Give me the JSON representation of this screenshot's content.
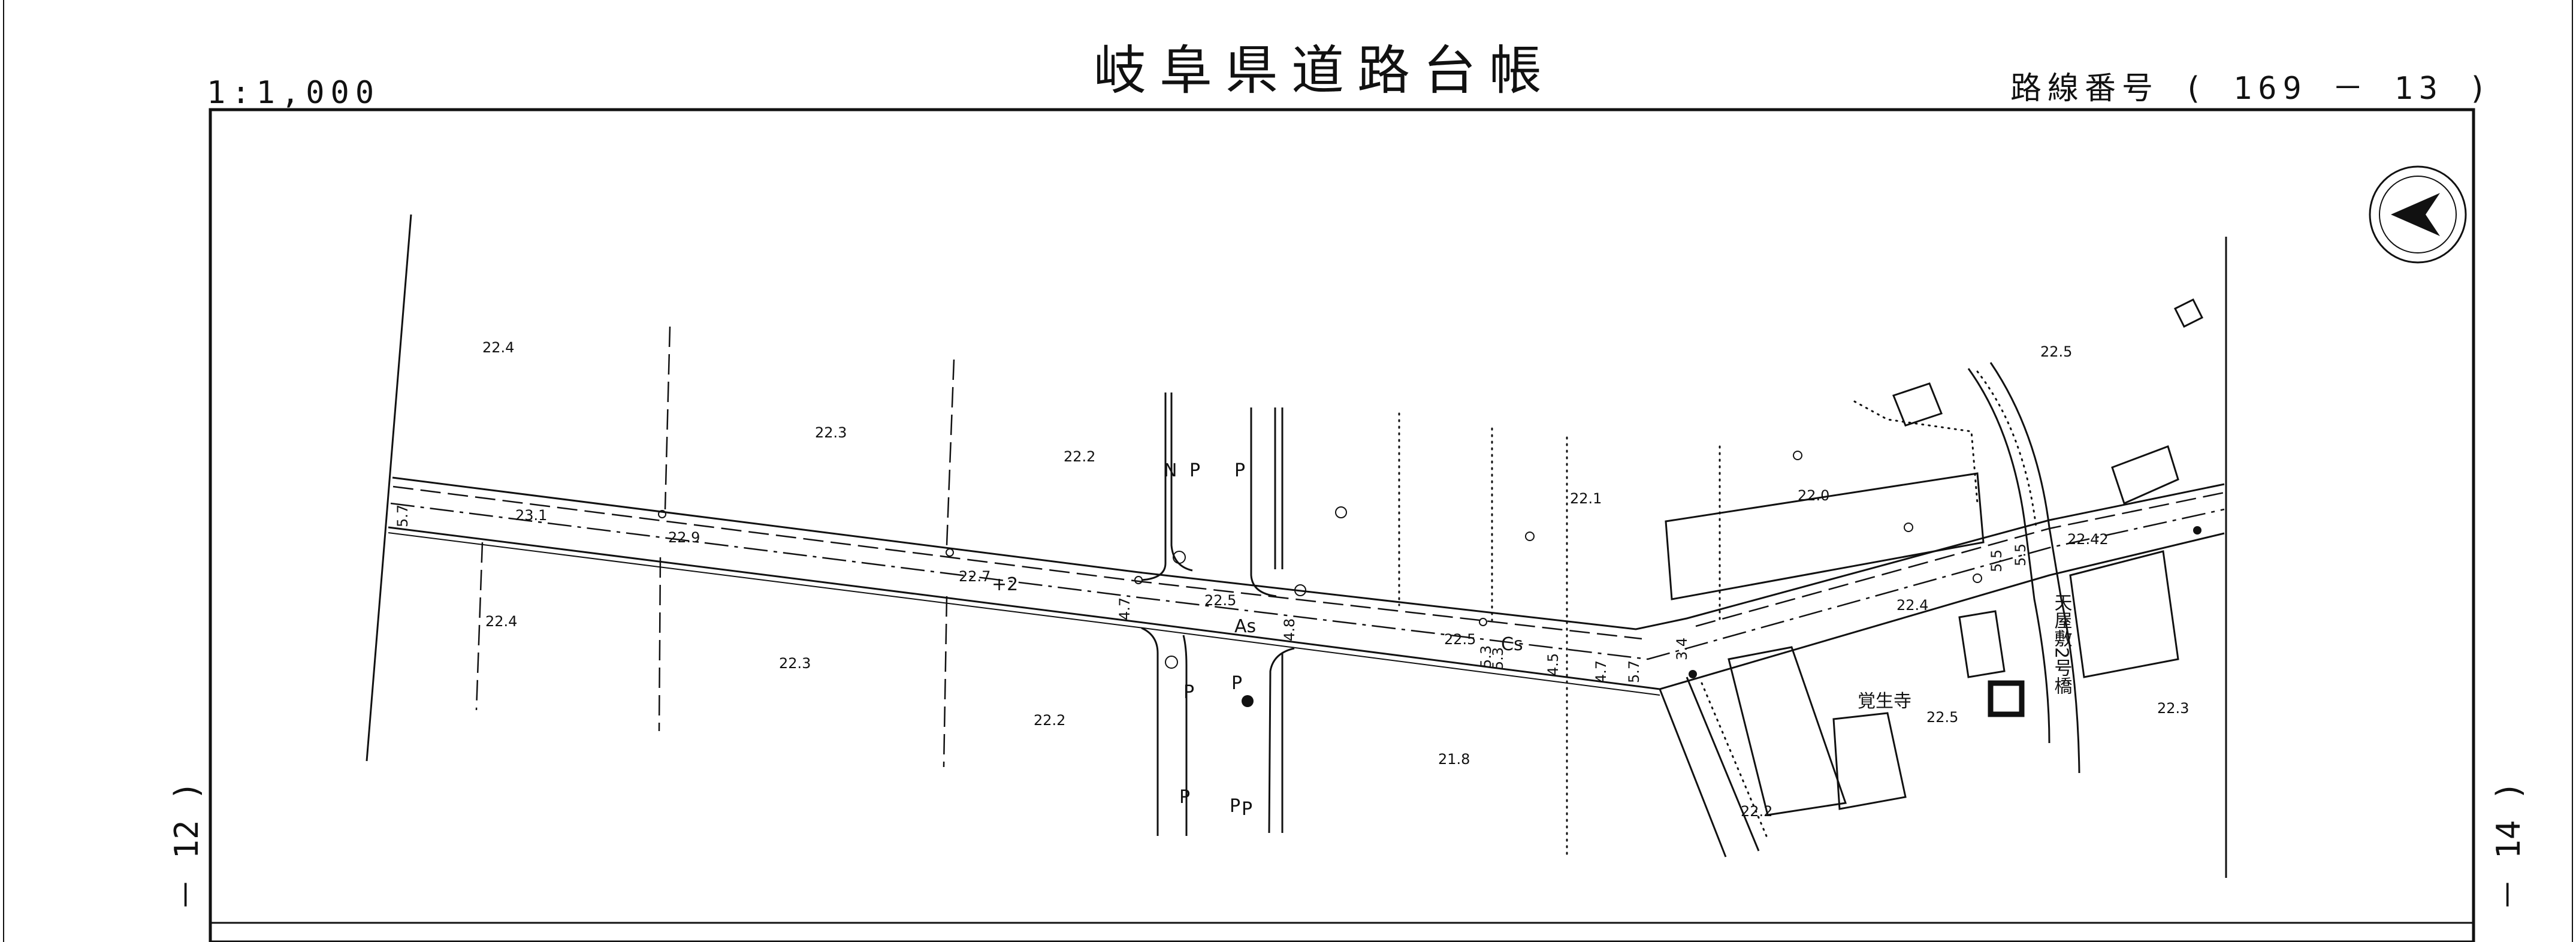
{
  "header": {
    "scale": "1:1,000",
    "title": "岐阜県道路台帳",
    "route_label": "路線番号 ( 169 －  13 )"
  },
  "sheet_refs": {
    "left": "－ 12 )",
    "right": "－ 14 )"
  },
  "map": {
    "elevations": [
      "22.4",
      "22.3",
      "22.2",
      "22.4",
      "22.3",
      "22.2",
      "23.1",
      "22.9",
      "22.7",
      "22.5",
      "22.5",
      "22.1",
      "22.0",
      "21.8",
      "22.4",
      "22.5",
      "22.42",
      "22.5",
      "22.3",
      "22.2"
    ],
    "road_widths": [
      "4.7",
      "4.8",
      "5.3",
      "5.3",
      "4.5",
      "4.7",
      "5.7",
      "5.7",
      "3.4",
      "5.5",
      "5.5"
    ],
    "surface_labels": [
      "As",
      "Cs"
    ],
    "station_marks": [
      "+2"
    ],
    "pole_markers": [
      "P",
      "N",
      "P",
      "P",
      "P",
      "P",
      "P",
      "P"
    ],
    "landmarks": {
      "temple": "覚生寺",
      "bridge": "天屋敷2号橋"
    }
  }
}
